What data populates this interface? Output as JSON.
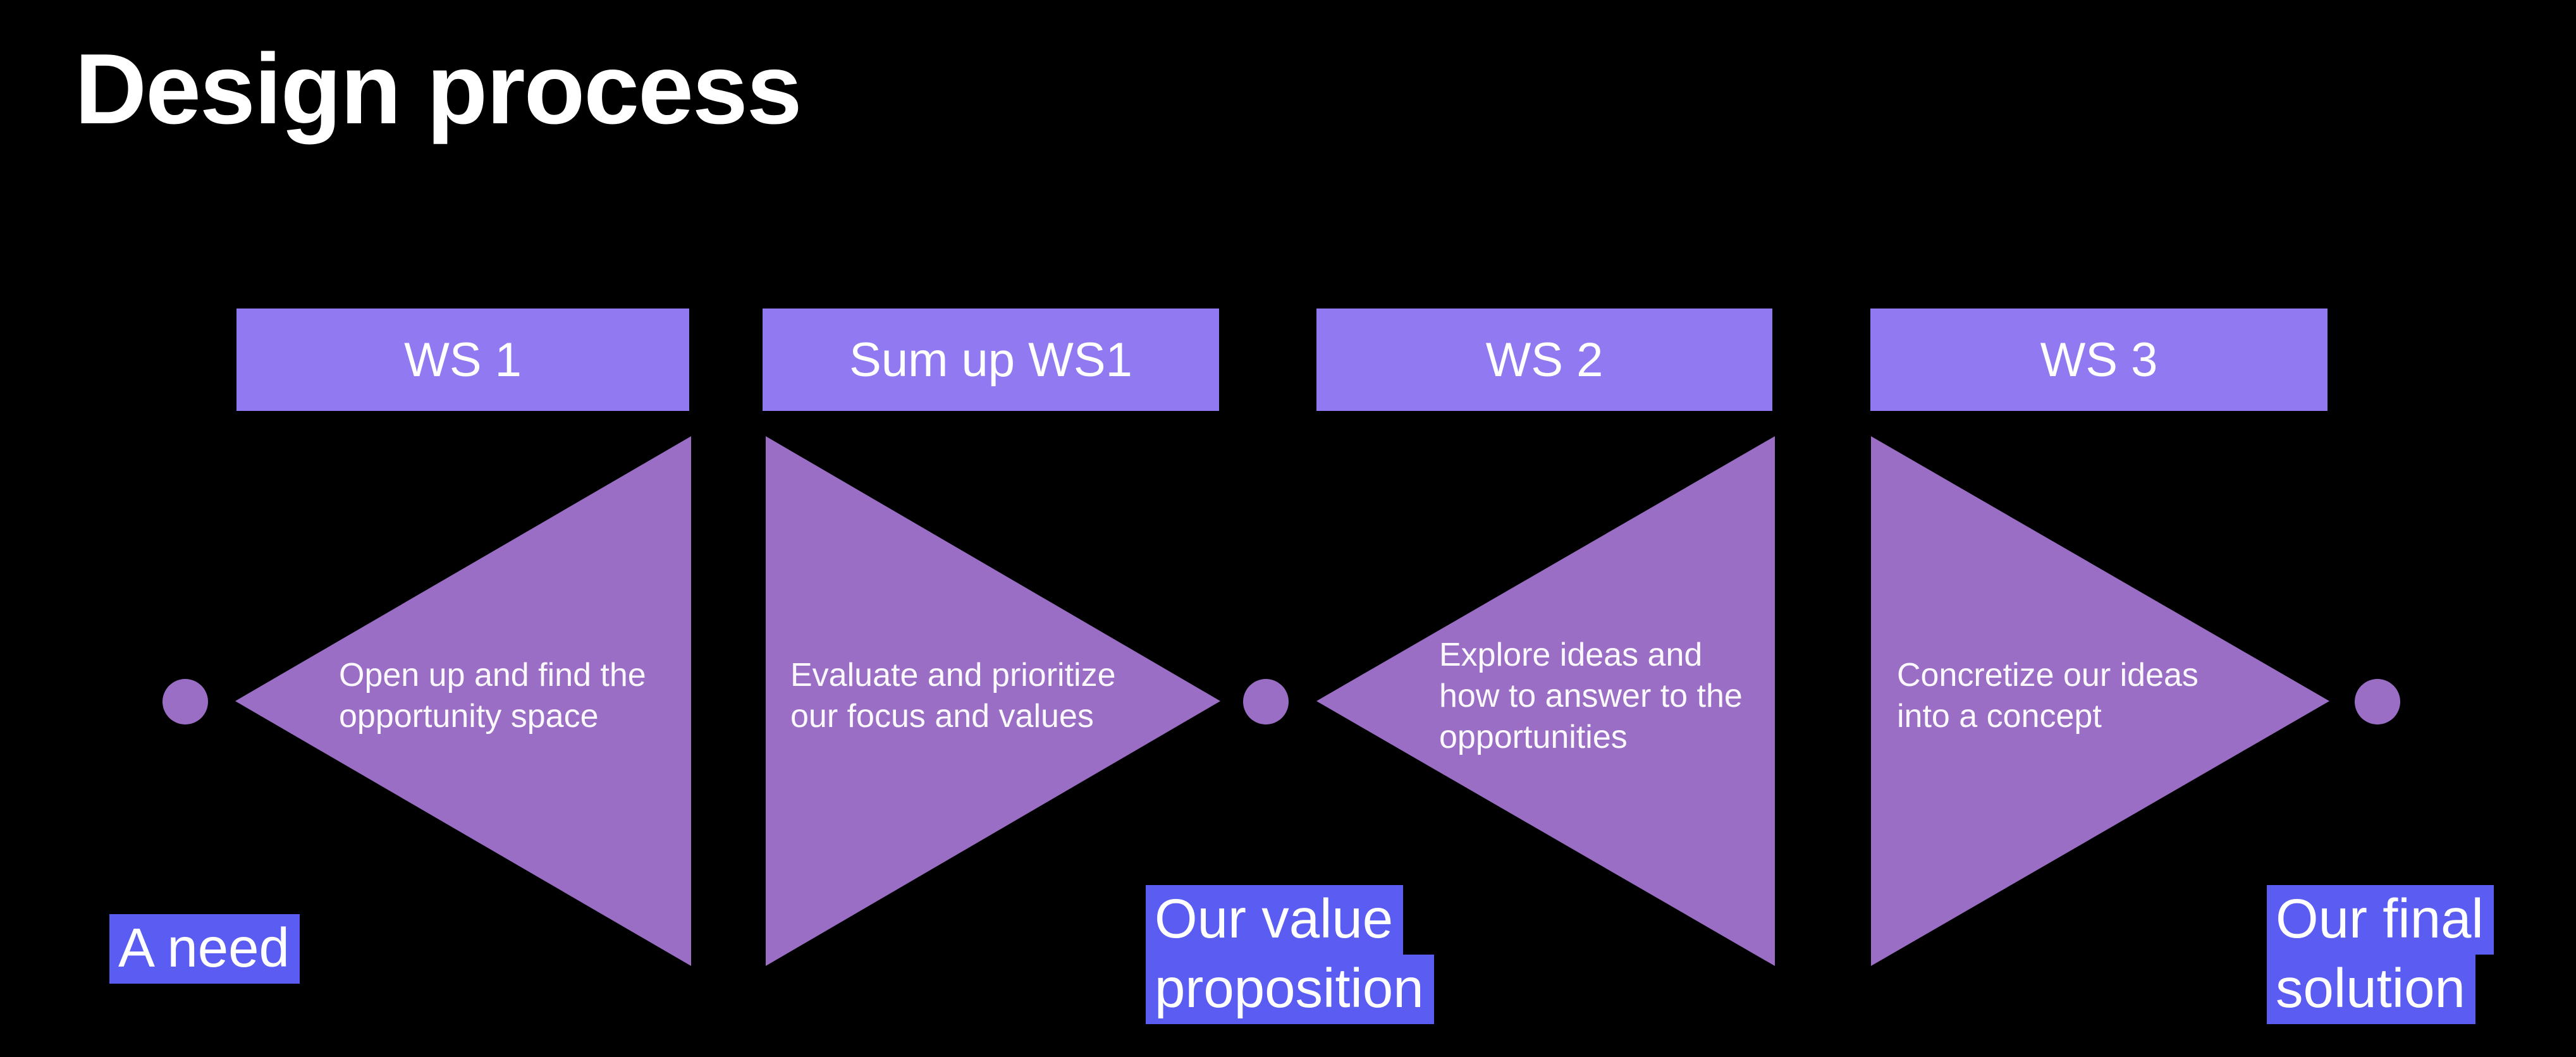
{
  "slide": {
    "title": "Design process",
    "colors": {
      "background": "#000000",
      "header_box": "#9179f2",
      "triangle": "#9a6ec5",
      "dot": "#9a6ec5",
      "label_highlight": "#5b5cf2",
      "text": "#ffffff"
    }
  },
  "stages": [
    {
      "header": "WS 1",
      "description": "Open up and find the\nopportunity space",
      "shape": "triangle-apex-left"
    },
    {
      "header": "Sum up WS1",
      "description": "Evaluate and prioritize\nour focus and values",
      "shape": "triangle-apex-right"
    },
    {
      "header": "WS 2",
      "description": "Explore ideas and\nhow to answer to the\nopportunities",
      "shape": "triangle-apex-left"
    },
    {
      "header": "WS 3",
      "description": "Concretize our ideas\ninto a concept",
      "shape": "triangle-apex-right"
    }
  ],
  "milestones": [
    {
      "lines": [
        "A need"
      ]
    },
    {
      "lines": [
        "Our value",
        "proposition"
      ]
    },
    {
      "lines": [
        "Our final",
        "solution"
      ]
    }
  ]
}
